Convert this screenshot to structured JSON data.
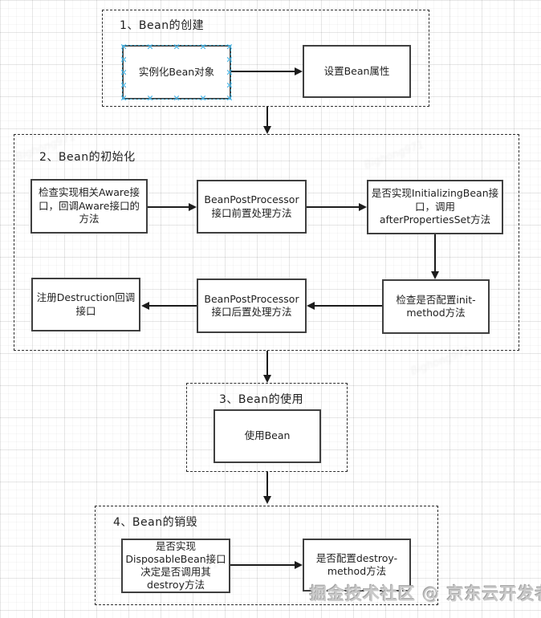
{
  "sections": {
    "create": {
      "title": "1、Bean的创建",
      "nodes": {
        "instantiate": "实例化Bean对象",
        "set_properties": "设置Bean属性"
      }
    },
    "init": {
      "title": "2、Bean的初始化",
      "nodes": {
        "aware": "检查实现相关Aware接口，回调Aware接口的方法",
        "post_process_before": "BeanPostProcessor接口前置处理方法",
        "initializing_bean": "是否实现InitializingBean接口，调用afterPropertiesSet方法",
        "init_method": "检查是否配置init-method方法",
        "post_process_after": "BeanPostProcessor接口后置处理方法",
        "destruction_callback": "注册Destruction回调接口"
      }
    },
    "use": {
      "title": "3、Bean的使用",
      "nodes": {
        "use_bean": "使用Bean"
      }
    },
    "destroy": {
      "title": "4、Bean的销毁",
      "nodes": {
        "disposable_bean": "是否实现DisposableBean接口决定是否调用其destroy方法",
        "destroy_method": "是否配置destroy-method方法"
      }
    }
  },
  "watermark": {
    "brand": "掘金技术社区 @ 京东云开发者",
    "faint": "Bighong971"
  },
  "colors": {
    "node_border": "#3f3f3f",
    "frame_border": "#2e2e2e",
    "arrow": "#1c1c1c",
    "selection_handle": "#4fb6e6",
    "brand_watermark": "#c9c9c9"
  }
}
